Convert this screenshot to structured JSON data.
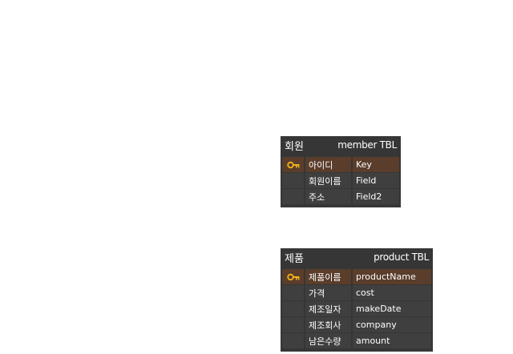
{
  "tables": [
    {
      "korean_name": "회원",
      "english_name": "member TBL",
      "fields": [
        {
          "korean": "아이디",
          "english": "Key",
          "is_key": true
        },
        {
          "korean": "회원이름",
          "english": "Field",
          "is_key": false
        },
        {
          "korean": "주소",
          "english": "Field2",
          "is_key": false
        }
      ]
    },
    {
      "korean_name": "제품",
      "english_name": "product TBL",
      "fields": [
        {
          "korean": "제품이름",
          "english": "productName",
          "is_key": true
        },
        {
          "korean": "가격",
          "english": "cost",
          "is_key": false
        },
        {
          "korean": "제조일자",
          "english": "makeDate",
          "is_key": false
        },
        {
          "korean": "제조회사",
          "english": "company",
          "is_key": false
        },
        {
          "korean": "남은수량",
          "english": "amount",
          "is_key": false
        }
      ]
    }
  ],
  "colors": {
    "card_bg": "#363636",
    "cell_bg": "#3f3f3f",
    "key_row_bg": "#5a3d2b",
    "key_icon": "#f2b21b"
  },
  "icons": {
    "primary_key": "key-icon"
  }
}
